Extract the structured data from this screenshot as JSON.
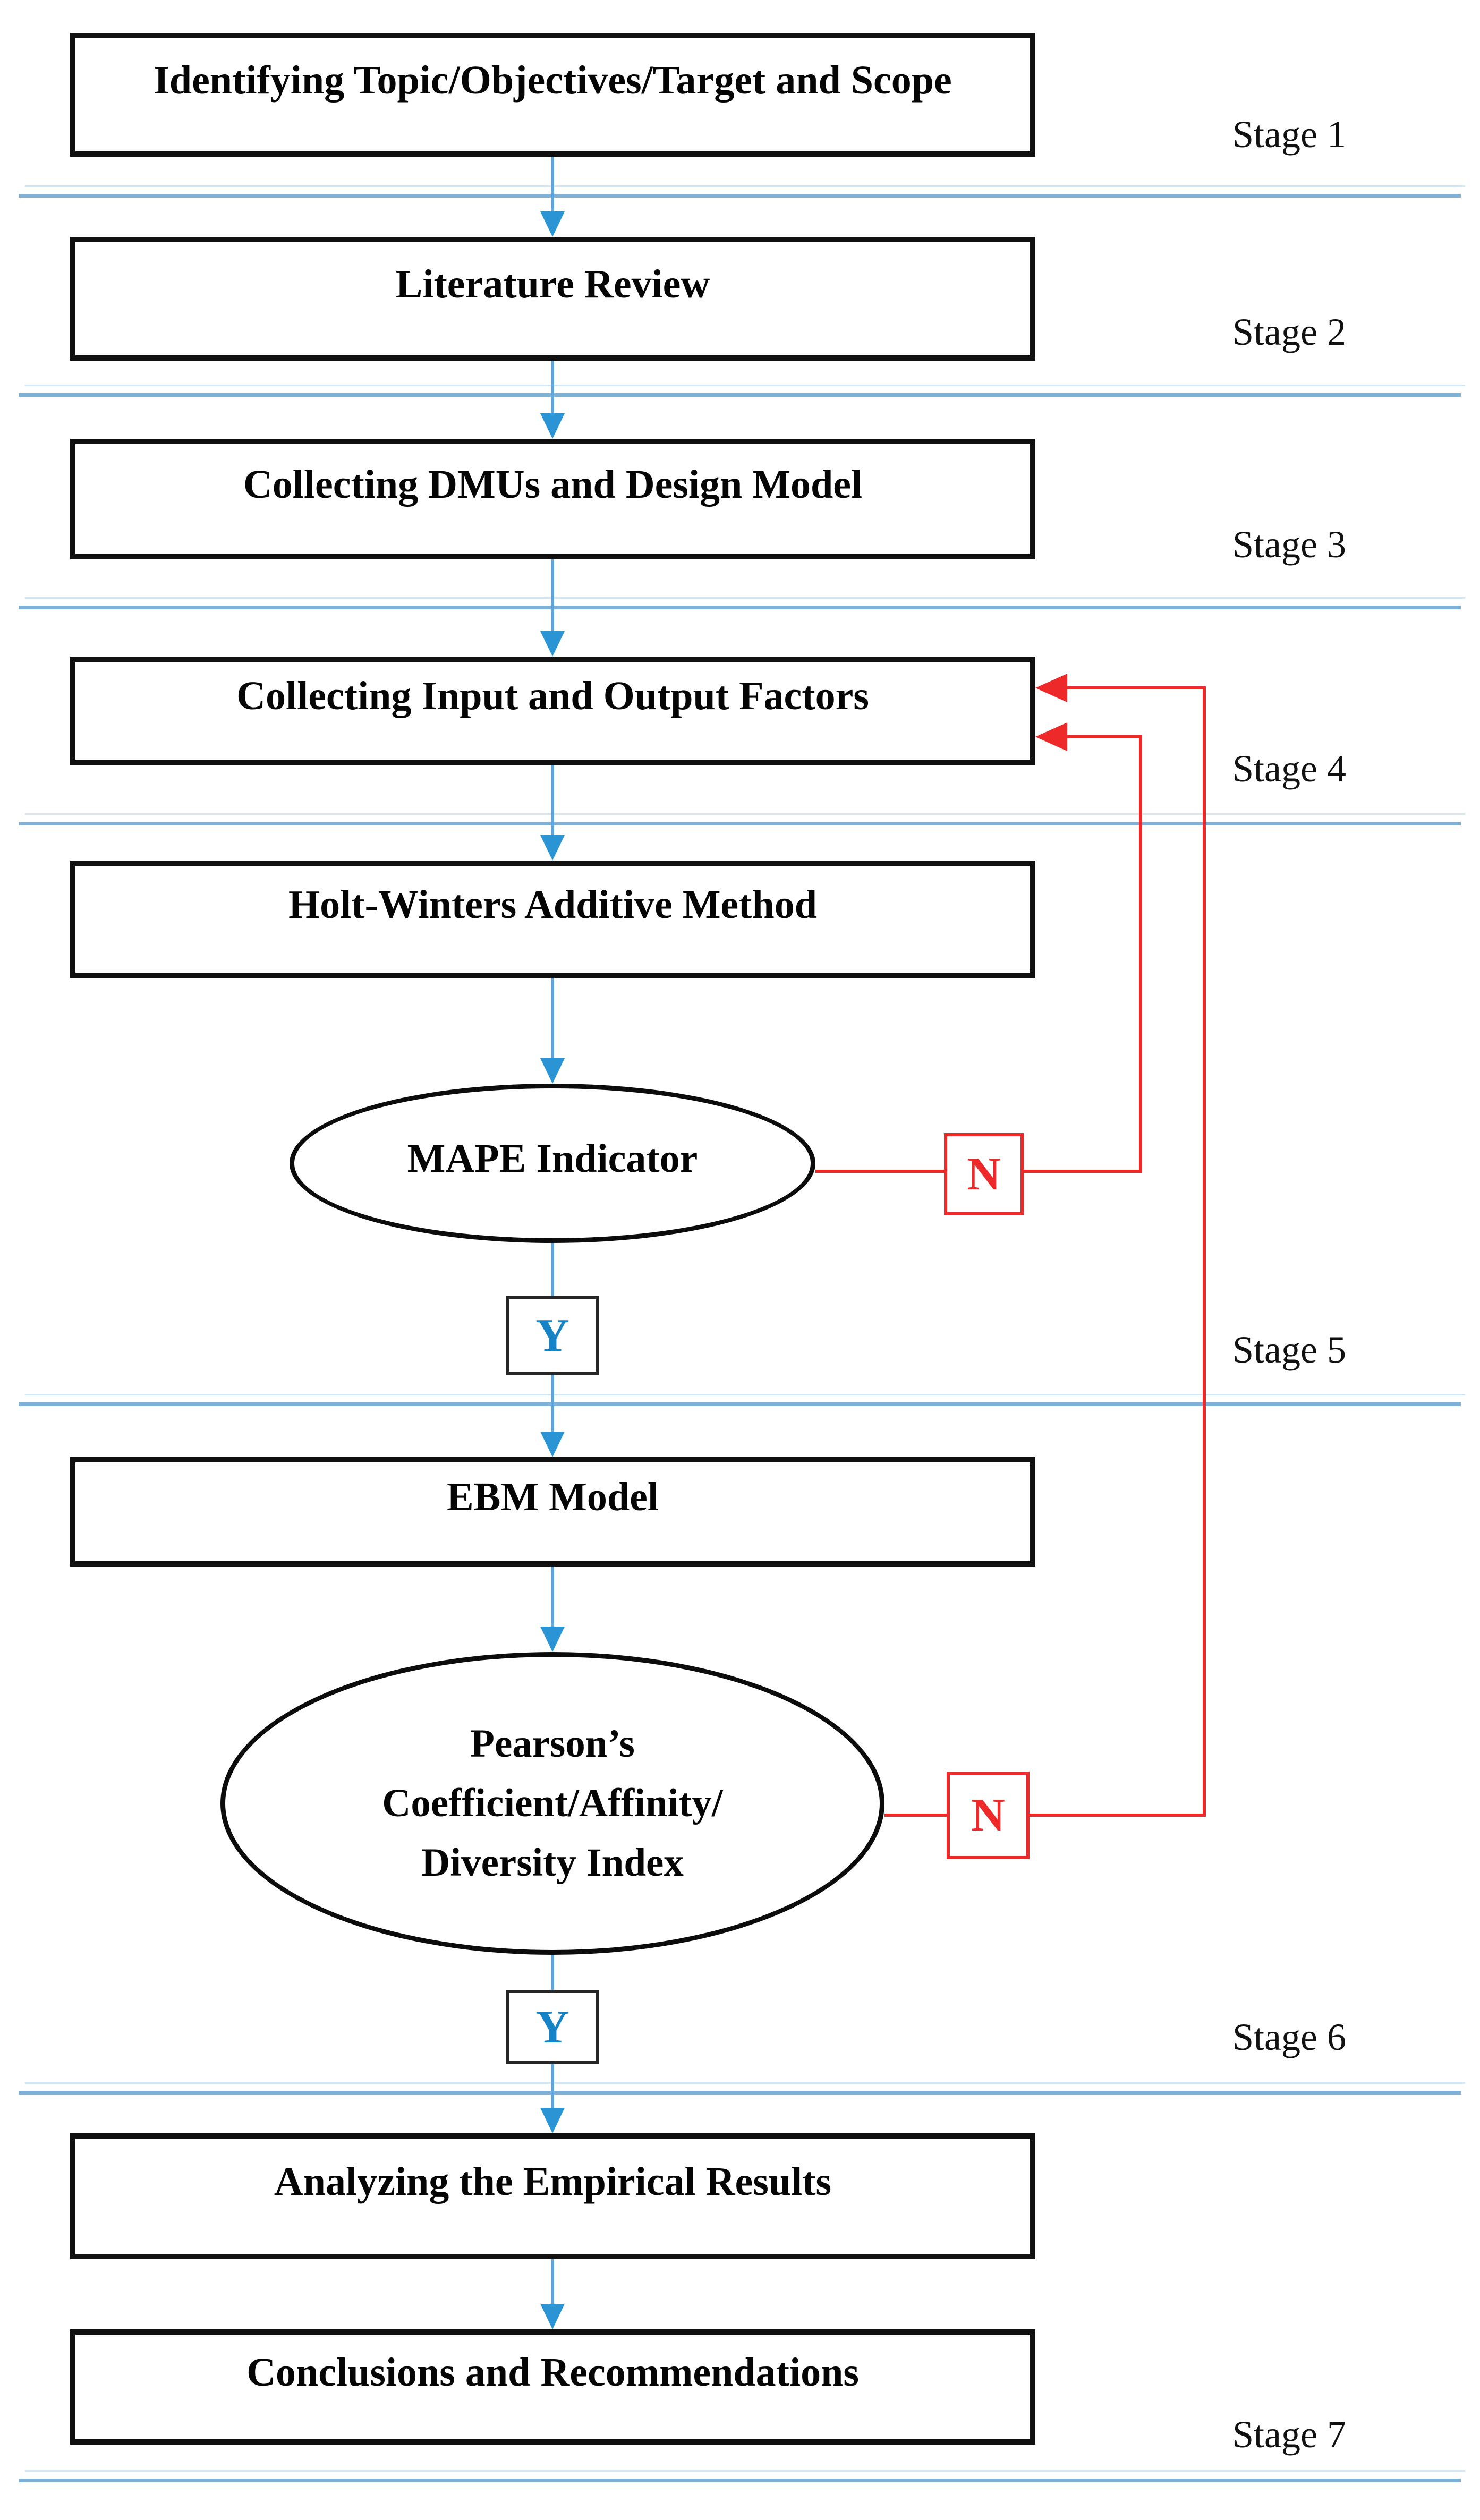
{
  "figure": {
    "kind": "research-methodology-flowchart",
    "stage_count": 7
  },
  "colors": {
    "flow_arrow_blue": "#2a94d4",
    "flow_line_blue": "#62a5d8",
    "stage_divider_blue": "#7fb0d6",
    "stage_divider_light": "#d2e6f4",
    "feedback_red": "#ee2929",
    "yes_letter_blue": "#1583c5",
    "node_border_black": "#101010",
    "text_black": "#050505"
  },
  "stages": [
    {
      "label": "Stage 1"
    },
    {
      "label": "Stage 2"
    },
    {
      "label": "Stage 3"
    },
    {
      "label": "Stage 4"
    },
    {
      "label": "Stage 5"
    },
    {
      "label": "Stage 6"
    },
    {
      "label": "Stage 7"
    }
  ],
  "nodes": {
    "identify": {
      "type": "process",
      "label": "Identifying Topic/Objectives/Target and Scope"
    },
    "literature": {
      "type": "process",
      "label": "Literature Review"
    },
    "collect_dmus": {
      "type": "process",
      "label": "Collecting DMUs and Design Model"
    },
    "collect_io": {
      "type": "process",
      "label": "Collecting Input and Output Factors"
    },
    "holt_winters": {
      "type": "process",
      "label": "Holt-Winters Additive Method"
    },
    "mape": {
      "type": "decision-ellipse",
      "label": "MAPE Indicator"
    },
    "ebm": {
      "type": "process",
      "label": "EBM Model"
    },
    "pearson": {
      "type": "decision-ellipse",
      "line1": "Pearson’s",
      "line2": "Coefficient/Affinity/",
      "line3": "Diversity Index"
    },
    "analyze": {
      "type": "process",
      "label": "Analyzing the Empirical Results"
    },
    "conclusions": {
      "type": "process",
      "label": "Conclusions and Recommendations"
    }
  },
  "gates": {
    "yes": "Y",
    "no": "N"
  }
}
